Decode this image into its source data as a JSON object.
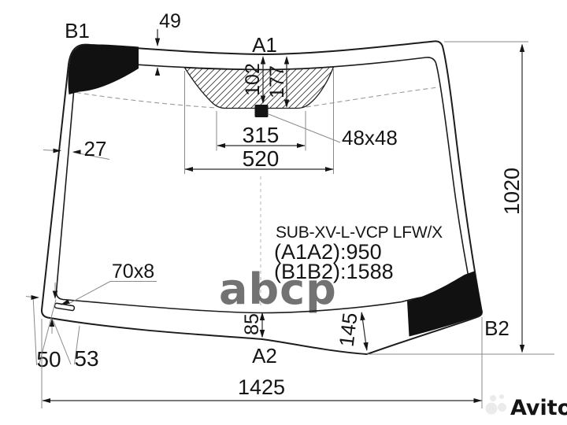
{
  "part": {
    "code": "SUB-XV-L-VCP LFW/X",
    "a1a2": "(A1A2):950",
    "b1b2": "(B1B2):1588"
  },
  "points": {
    "b1": "B1",
    "a1": "A1",
    "a2": "A2",
    "b2": "B2"
  },
  "dims": {
    "top_band": "49",
    "left_band": "27",
    "sensor_offset": "102",
    "band_depth": "177",
    "band_inner_width": "315",
    "band_outer_width": "520",
    "sensor_size": "48x48",
    "height": "1020",
    "slot": "70x8",
    "bottom_band": "85",
    "corner_band": "145",
    "corner_a": "50",
    "corner_b": "53",
    "width": "1425"
  },
  "watermarks": {
    "abcp": "abcp",
    "avito": "Avito"
  },
  "colors": {
    "line": "#1c1c1c",
    "aux": "#8a8a8a",
    "abcp_gray": "#a2a2a2",
    "avito_gray": "#ebebeb"
  }
}
